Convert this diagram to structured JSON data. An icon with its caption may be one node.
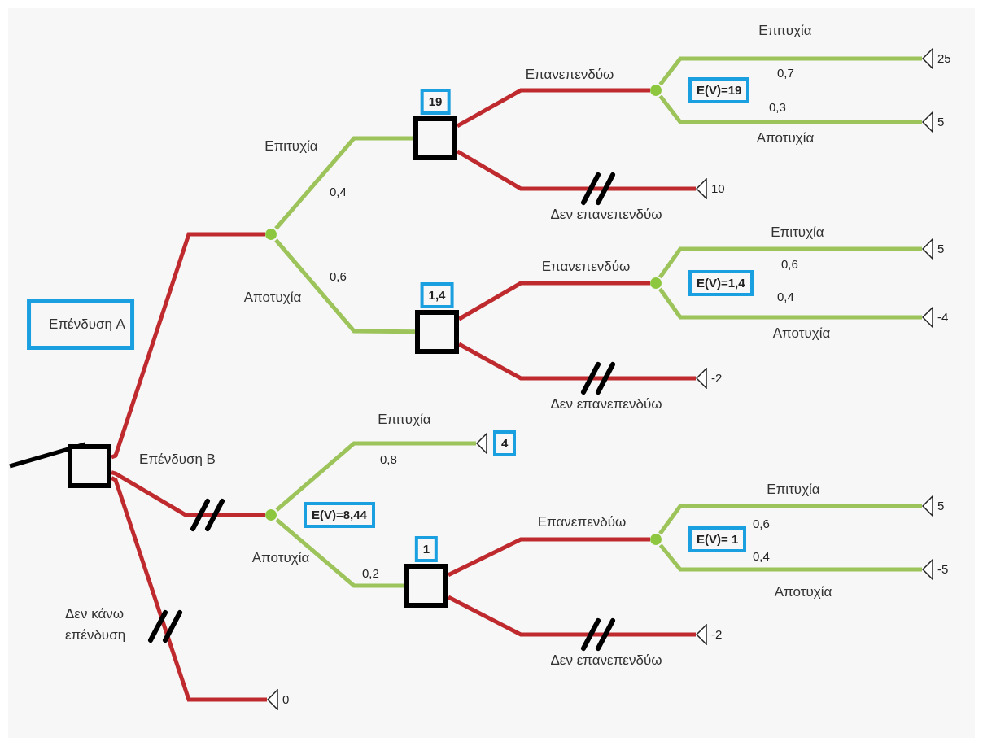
{
  "diagram": {
    "nodes": [
      {
        "text": [],
        "shape": "box"
      },
      {
        "text": [],
        "shape": "circle"
      },
      {
        "text": [],
        "shape": "box",
        "beside": [
          "19"
        ]
      },
      {
        "text": [],
        "shape": "circle",
        "beside": [
          "E(V)=19"
        ]
      },
      {
        "text": [],
        "shape": "triangle",
        "beside": [
          "25"
        ]
      },
      {
        "text": [],
        "shape": "triangle",
        "beside": [
          "5"
        ]
      },
      {
        "text": [],
        "shape": "triangle",
        "beside": [
          "10"
        ]
      },
      {
        "text": [],
        "shape": "box",
        "beside": [
          "1,4"
        ]
      },
      {
        "text": [],
        "shape": "circle",
        "beside": [
          "E(V)=1,4"
        ]
      },
      {
        "text": [],
        "shape": "triangle",
        "beside": [
          "5"
        ]
      },
      {
        "text": [],
        "shape": "triangle",
        "beside": [
          "-4"
        ]
      },
      {
        "text": [],
        "shape": "triangle",
        "beside": [
          "-2"
        ]
      },
      {
        "text": [],
        "shape": "circle",
        "beside": [
          "E(V)=8,44"
        ]
      },
      {
        "text": [],
        "shape": "triangle",
        "beside": [
          "4"
        ]
      },
      {
        "text": [],
        "shape": "box",
        "beside": [
          "1"
        ]
      },
      {
        "text": [],
        "shape": "circle",
        "beside": [
          "E(V)= 1"
        ]
      },
      {
        "text": [],
        "shape": "triangle",
        "beside": [
          "5"
        ]
      },
      {
        "text": [],
        "shape": "triangle",
        "beside": [
          "-5"
        ]
      },
      {
        "text": [],
        "shape": "triangle",
        "beside": [
          "-2"
        ]
      },
      {
        "text": [],
        "shape": "triangle",
        "beside": [
          "0"
        ]
      }
    ],
    "edges": [
      {
        "from": null,
        "to": 0,
        "arrow": "none",
        "color": "#000000"
      },
      {
        "from": 0,
        "to": 1,
        "arrow": "none",
        "label": "Επένδυση A",
        "color": "#bf2a2e"
      },
      {
        "from": 0,
        "to": 12,
        "arrow": "none",
        "label": "Επένδυση B",
        "color": "#bf2a2e"
      },
      {
        "from": 0,
        "to": 19,
        "arrow": "none",
        "label": "Δεν κάνω επένδυση",
        "color": "#bf2a2e"
      },
      {
        "from": 1,
        "to": 2,
        "arrow": "none",
        "label": "Επιτυχία"
      },
      {
        "from": 1,
        "to": 7,
        "arrow": "none",
        "label": "Αποτυχία"
      },
      {
        "from": 2,
        "to": 3,
        "arrow": "none",
        "label": "Επανεπενδύω",
        "color": "#bf2a2e"
      },
      {
        "from": 2,
        "to": 6,
        "arrow": "none",
        "label": "Δεν επανεπενδύω",
        "color": "#bf2a2e"
      },
      {
        "from": 3,
        "to": 4,
        "arrow": "none",
        "label": "Επιτυχία"
      },
      {
        "from": 3,
        "to": 5,
        "arrow": "none",
        "label": "Αποτυχία"
      },
      {
        "from": 7,
        "to": 8,
        "arrow": "none",
        "label": "Επανεπενδύω",
        "color": "#bf2a2e"
      },
      {
        "from": 7,
        "to": 11,
        "arrow": "none",
        "label": "Δεν επανεπενδύω",
        "color": "#bf2a2e"
      },
      {
        "from": 8,
        "to": 9,
        "arrow": "none",
        "label": "Επιτυχία"
      },
      {
        "from": 8,
        "to": 10,
        "arrow": "none",
        "label": "Αποτυχία"
      },
      {
        "from": 12,
        "to": 13,
        "arrow": "none",
        "label": "Επιτυχία"
      },
      {
        "from": 12,
        "to": 14,
        "arrow": "none",
        "label": "Αποτυχία"
      },
      {
        "from": 14,
        "to": 15,
        "arrow": "none",
        "label": "Επανεπενδύω",
        "color": "#bf2a2e"
      },
      {
        "from": 14,
        "to": 18,
        "arrow": "none",
        "label": "Δεν επανεπενδύω",
        "color": "#bf2a2e"
      },
      {
        "from": 15,
        "to": 16,
        "arrow": "none",
        "label": "Επιτυχία"
      },
      {
        "from": 15,
        "to": 17,
        "arrow": "none",
        "label": "Αποτυχία"
      }
    ],
    "labels": [
      "0,4",
      "0,6",
      "0,7",
      "0,3",
      "0,6",
      "0,4",
      "0,8",
      "0,2",
      "0,6",
      "0,4"
    ]
  }
}
